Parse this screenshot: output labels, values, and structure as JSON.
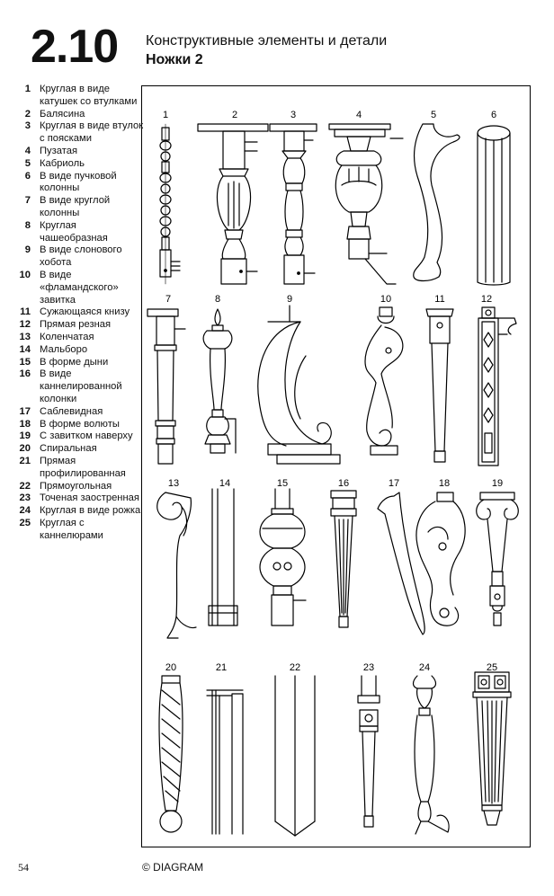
{
  "header": {
    "section_number": "2.10",
    "title": "Конструктивные элементы и детали",
    "subtitle": "Ножки 2"
  },
  "legend": [
    {
      "num": "1",
      "text": "Круглая в виде катушек со втулками"
    },
    {
      "num": "2",
      "text": "Балясина"
    },
    {
      "num": "3",
      "text": "Круглая в виде втулок с поясками"
    },
    {
      "num": "4",
      "text": "Пузатая"
    },
    {
      "num": "5",
      "text": "Кабриоль"
    },
    {
      "num": "6",
      "text": "В виде пучковой колонны"
    },
    {
      "num": "7",
      "text": "В виде круглой колонны"
    },
    {
      "num": "8",
      "text": "Круглая чашеобразная"
    },
    {
      "num": "9",
      "text": "В виде слонового хобота"
    },
    {
      "num": "10",
      "text": "В виде «фламандского» завитка"
    },
    {
      "num": "11",
      "text": "Сужающаяся книзу"
    },
    {
      "num": "12",
      "text": "Прямая резная"
    },
    {
      "num": "13",
      "text": "Коленчатая"
    },
    {
      "num": "14",
      "text": "Мальборо"
    },
    {
      "num": "15",
      "text": "В форме дыни"
    },
    {
      "num": "16",
      "text": "В виде каннелированной колонки"
    },
    {
      "num": "17",
      "text": "Саблевидная"
    },
    {
      "num": "18",
      "text": "В форме волюты"
    },
    {
      "num": "19",
      "text": "С завитком наверху"
    },
    {
      "num": "20",
      "text": "Спиральная"
    },
    {
      "num": "21",
      "text": "Прямая профилированная"
    },
    {
      "num": "22",
      "text": "Прямоугольная"
    },
    {
      "num": "23",
      "text": "Точеная заостренная"
    },
    {
      "num": "24",
      "text": "Круглая в виде рожка"
    },
    {
      "num": "25",
      "text": "Круглая с каннелюрами"
    }
  ],
  "figure_labels": [
    "1",
    "2",
    "3",
    "4",
    "5",
    "6",
    "7",
    "8",
    "9",
    "10",
    "11",
    "12",
    "13",
    "14",
    "15",
    "16",
    "17",
    "18",
    "19",
    "20",
    "21",
    "22",
    "23",
    "24",
    "25"
  ],
  "footer": {
    "page_number": "54",
    "copyright": "© DIAGRAM"
  }
}
